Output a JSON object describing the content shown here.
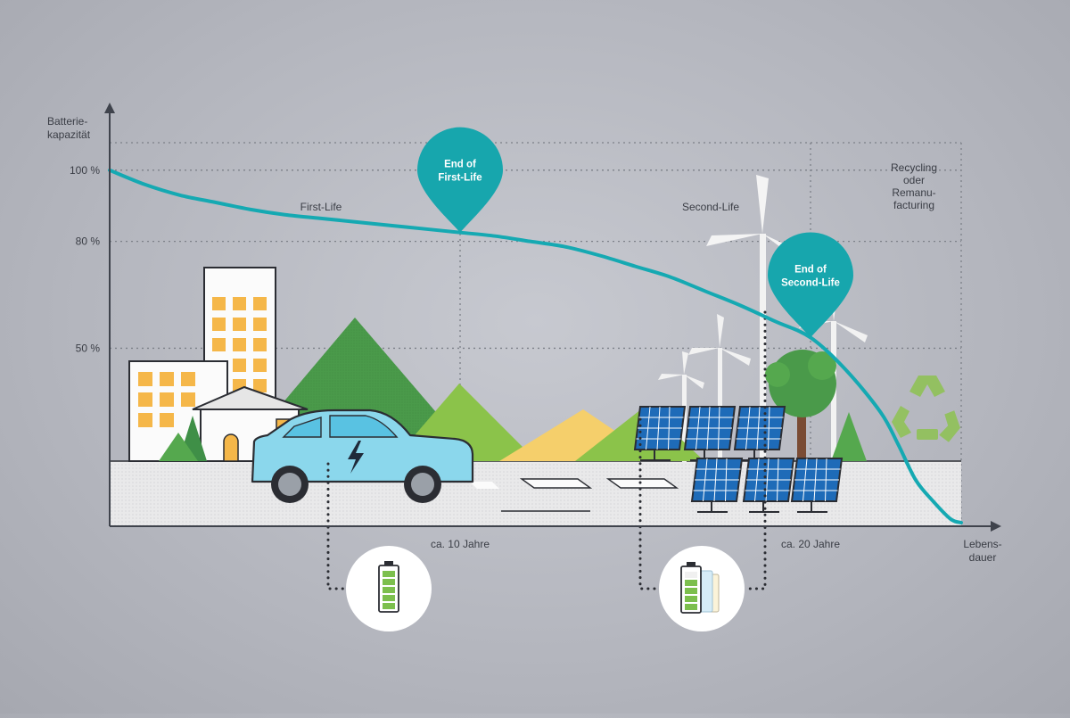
{
  "chart_data": {
    "type": "line",
    "ylabel": [
      "Batterie-",
      "kapazität"
    ],
    "xlabel": [
      "Lebens-",
      "dauer"
    ],
    "y_ticks": [
      "100 %",
      "80 %",
      "50 %"
    ],
    "y_tick_values": [
      100,
      80,
      50
    ],
    "x_ticks": [
      "ca. 10 Jahre",
      "ca. 20 Jahre"
    ],
    "x_tick_values": [
      10,
      20
    ],
    "xlim": [
      0,
      24.3
    ],
    "ylim": [
      0,
      121
    ],
    "grid": "dotted",
    "phases": [
      "First-Life",
      "Second-Life",
      [
        "Recycling",
        "oder",
        "Remanu-",
        "facturing"
      ]
    ],
    "markers": [
      {
        "label": [
          "End of",
          "First-Life"
        ],
        "x": 10
      },
      {
        "label": [
          "End of",
          "Second-Life"
        ],
        "x": 20
      }
    ],
    "series": [
      {
        "color": "#15a9b2",
        "x": [
          0,
          1,
          2,
          3,
          4,
          5,
          6,
          7,
          8,
          9,
          10,
          11,
          12,
          13,
          14,
          15,
          16,
          17,
          18,
          19,
          20,
          21,
          22,
          22.5,
          23,
          23.5,
          24,
          24.3
        ],
        "y": [
          100,
          96,
          93,
          91,
          89,
          87.5,
          86.5,
          85.5,
          84.5,
          83.5,
          82.5,
          81.5,
          80,
          78.5,
          76,
          73,
          70,
          66,
          62,
          57.5,
          53,
          44,
          32,
          23,
          13,
          7,
          2,
          1
        ]
      }
    ]
  },
  "colors": {
    "curve": "#15a9b2",
    "pin": "#17a6ad",
    "axis": "#3f434c",
    "grid": "#7c8088",
    "road": "#e9e9ea"
  },
  "icons": [
    "windmill-icon",
    "building-icon",
    "house-icon",
    "car-icon",
    "solar-panel-icon",
    "tree-icon",
    "recycling-icon",
    "battery-icon",
    "battery-stack-icon"
  ]
}
